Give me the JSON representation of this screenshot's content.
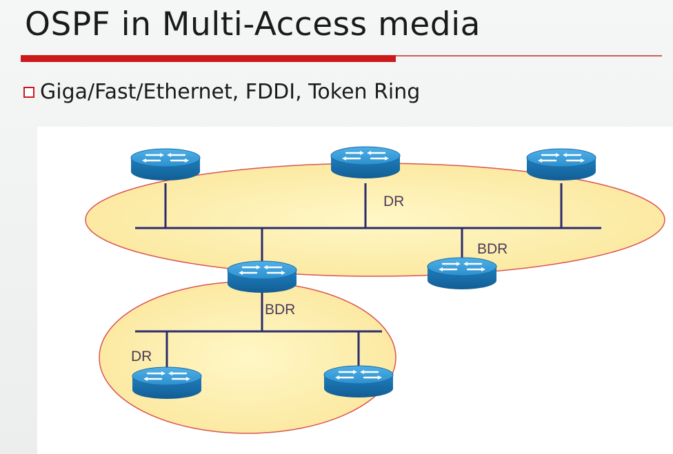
{
  "slide": {
    "title": "OSPF in Multi-Access media",
    "bullet": "Giga/Fast/Ethernet, FDDI, Token Ring"
  },
  "diagram": {
    "labels": {
      "dr_top": "DR",
      "bdr_right": "BDR",
      "bdr_center": "BDR",
      "dr_bottom": "DR"
    },
    "colors": {
      "segment_fill": "#fdf1b2",
      "segment_stroke": "#d9534f",
      "bus": "#2b2b6e",
      "router": "#1f86c4",
      "accent": "#cc1a1a"
    },
    "icons": [
      "router-icon"
    ]
  }
}
